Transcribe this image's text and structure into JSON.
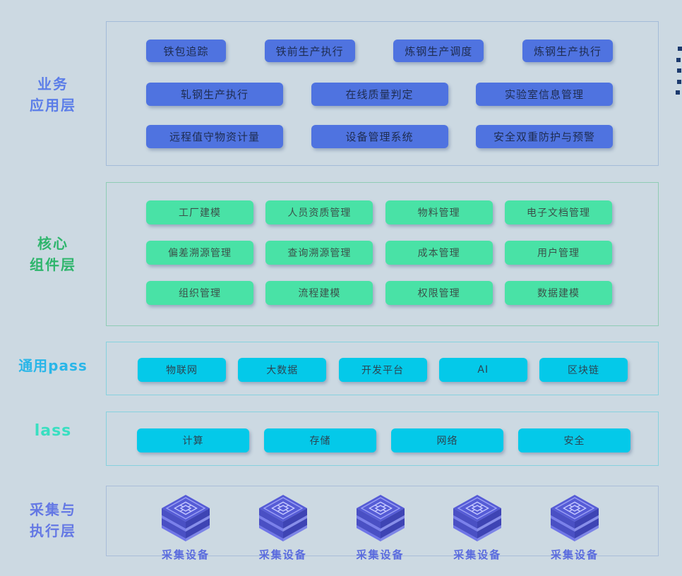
{
  "page": {
    "background": "#ccd9e2"
  },
  "right_ticks": {
    "count": 5,
    "color": "#1c3a6e"
  },
  "layers": [
    {
      "id": "business",
      "label_lines": [
        "业务",
        "应用层"
      ],
      "label_color": "#5b7de8",
      "border_color": "#a3bbd8",
      "button_bg": "#4f73e0",
      "button_text": "#1e2c50",
      "rows": [
        [
          "铁包追踪",
          "铁前生产执行",
          "炼钢生产调度",
          "炼钢生产执行"
        ],
        [
          "轧钢生产执行",
          "在线质量判定",
          "实验室信息管理"
        ],
        [
          "远程值守物资计量",
          "设备管理系统",
          "安全双重防护与预警"
        ]
      ]
    },
    {
      "id": "core",
      "label_lines": [
        "核心",
        "组件层"
      ],
      "label_color": "#2eb56c",
      "border_color": "#8fccb5",
      "button_bg": "#49e2a6",
      "button_text": "#3a514a",
      "rows": [
        [
          "工厂建模",
          "人员资质管理",
          "物料管理",
          "电子文档管理"
        ],
        [
          "偏差溯源管理",
          "查询溯源管理",
          "成本管理",
          "用户管理"
        ],
        [
          "组织管理",
          "流程建模",
          "权限管理",
          "数据建模"
        ]
      ]
    },
    {
      "id": "paas",
      "label_lines": [
        "通用pass"
      ],
      "label_color": "#2ab6e8",
      "border_color": "#87d1de",
      "button_bg": "#04c9e9",
      "button_text": "#2c4452",
      "rows": [
        [
          "物联网",
          "大数据",
          "开发平台",
          "AI",
          "区块链"
        ]
      ]
    },
    {
      "id": "iaas",
      "label_lines": [
        "lass"
      ],
      "label_color": "#39dfc1",
      "border_color": "#87d1de",
      "button_bg": "#04c9e9",
      "button_text": "#2c4452",
      "rows": [
        [
          "计算",
          "存储",
          "网络",
          "安全"
        ]
      ]
    },
    {
      "id": "edge",
      "label_lines": [
        "采集与",
        "执行层"
      ],
      "label_color": "#6478e4",
      "border_color": "#a9bdd9",
      "device_label": "采集设备",
      "device_label_color": "#5a6bde",
      "device_count": 5,
      "cube_colors": {
        "top": "#565cd6",
        "side_left": "#4a50c4",
        "side_right": "#3e44b4",
        "band": "#7a80ec",
        "rim": "#6f75e8",
        "outline": "#9ba0f5",
        "glyph": "#c7caff"
      }
    }
  ]
}
